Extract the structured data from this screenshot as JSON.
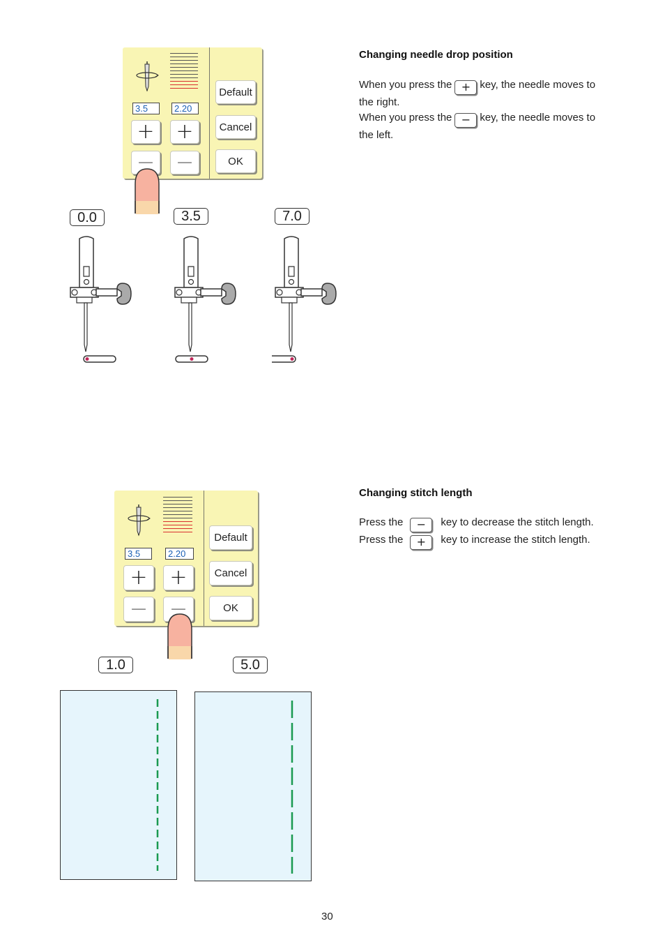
{
  "section1": {
    "heading": "Changing needle drop position",
    "line1_before": "When you press the",
    "line1_key": "plus",
    "line1_after": "key, the needle moves to",
    "line2": "the right.",
    "line3_before": "When you press the",
    "line3_key": "minus",
    "line3_after": "key, the needle moves to",
    "line4": "the left."
  },
  "section2": {
    "heading": "Changing stitch length",
    "line1_before": "Press the",
    "line1_key": "minus",
    "line1_after": "key to decrease the stitch length.",
    "line2_before": "Press the",
    "line2_key": "plus",
    "line2_after": "key to increase the stitch length."
  },
  "panel": {
    "width_value": "3.5",
    "length_value": "2.20",
    "default_label": "Default",
    "cancel_label": "Cancel",
    "ok_label": "OK",
    "plus_glyph": "+",
    "minus_glyph": "—"
  },
  "needle_positions": [
    "0.0",
    "3.5",
    "7.0"
  ],
  "stitch_lengths": [
    "1.0",
    "5.0"
  ],
  "page_number": "30",
  "colors": {
    "lcd_background": "#f9f5b4",
    "readout_text": "#1a5fb4",
    "finger": "#f7b2a0",
    "fabric": "#e6f5fc",
    "stitch": "#1a9a50",
    "stripe_red": "#d93030"
  }
}
